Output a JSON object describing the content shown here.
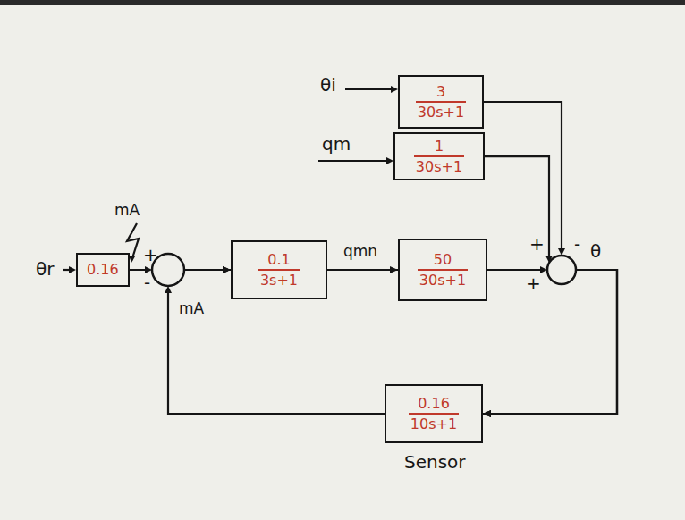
{
  "diagram": {
    "nodes": [
      {
        "text": [
          "3",
          "30s+1"
        ]
      },
      {
        "text": [
          "1",
          "30s+1"
        ]
      },
      {
        "text": [
          "0.16"
        ]
      },
      {
        "text": [
          "0.1",
          "3s+1"
        ]
      },
      {
        "text": [
          "50",
          "30s+1"
        ]
      },
      {
        "text": [
          "0.16",
          "10s+1"
        ]
      }
    ],
    "edges": [
      {
        "from": 2,
        "to": 3,
        "label": "mA",
        "arrow": "to"
      },
      {
        "from": 5,
        "to": 3,
        "label": "mA",
        "arrow": "to"
      },
      {
        "from": 3,
        "to": 4,
        "label": "qmn",
        "arrow": "to"
      },
      {
        "from": 4,
        "to": 5,
        "arrow": "to"
      },
      {
        "from": 0,
        "to": 5,
        "arrow": "to"
      },
      {
        "from": 1,
        "to": 5,
        "arrow": "to"
      }
    ],
    "labels": [
      "θi",
      "qm",
      "θr",
      "+",
      "-",
      "+",
      "-",
      "+",
      "θ",
      "Sensor"
    ]
  }
}
